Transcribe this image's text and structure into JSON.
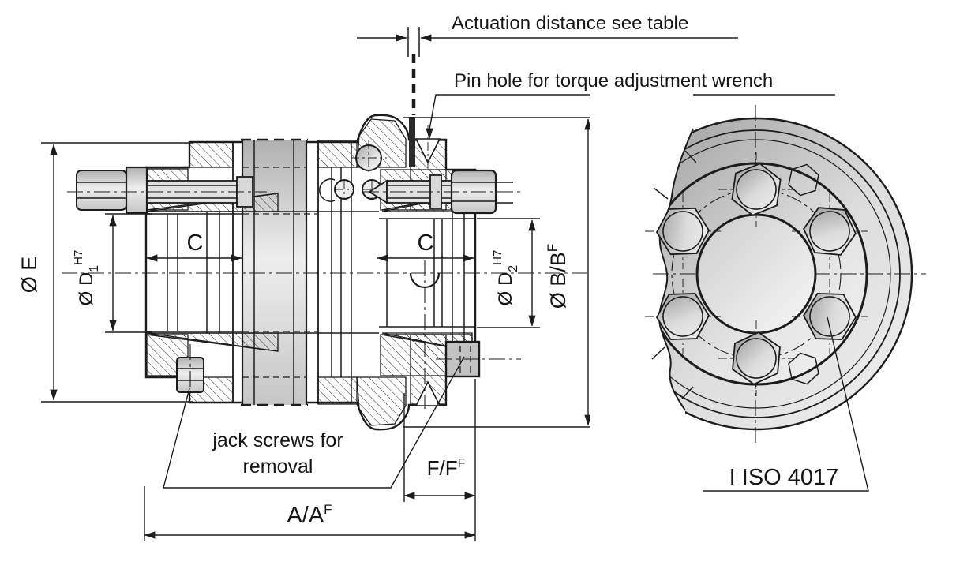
{
  "drawing": {
    "title_hidden": "",
    "callouts": {
      "actuation_distance": "Actuation distance see table",
      "pin_hole": "Pin hole for torque adjustment wrench",
      "jack_screws_line1": "jack screws for",
      "jack_screws_line2": "removal",
      "iso_standard": "I ISO 4017"
    },
    "dimensions": {
      "e_label": "Ø E",
      "d1_prefix": "Ø D",
      "d1_sub": "1",
      "d1_sup": "H7",
      "d2_prefix": "Ø D",
      "d2_sub": "2",
      "d2_sup": "H7",
      "b_prefix": "Ø B/B",
      "b_sup": "F",
      "c_left": "C",
      "c_right": "C",
      "f_prefix": "F/F",
      "f_sup": "F",
      "a_prefix": "A/A",
      "a_sup": "F"
    },
    "colors": {
      "line": "#1c1c1c",
      "background": "#ffffff",
      "metal_dark": "#a0a0a0",
      "metal_light": "#ebebeb",
      "slit_dark": "#2b2b2b"
    }
  }
}
